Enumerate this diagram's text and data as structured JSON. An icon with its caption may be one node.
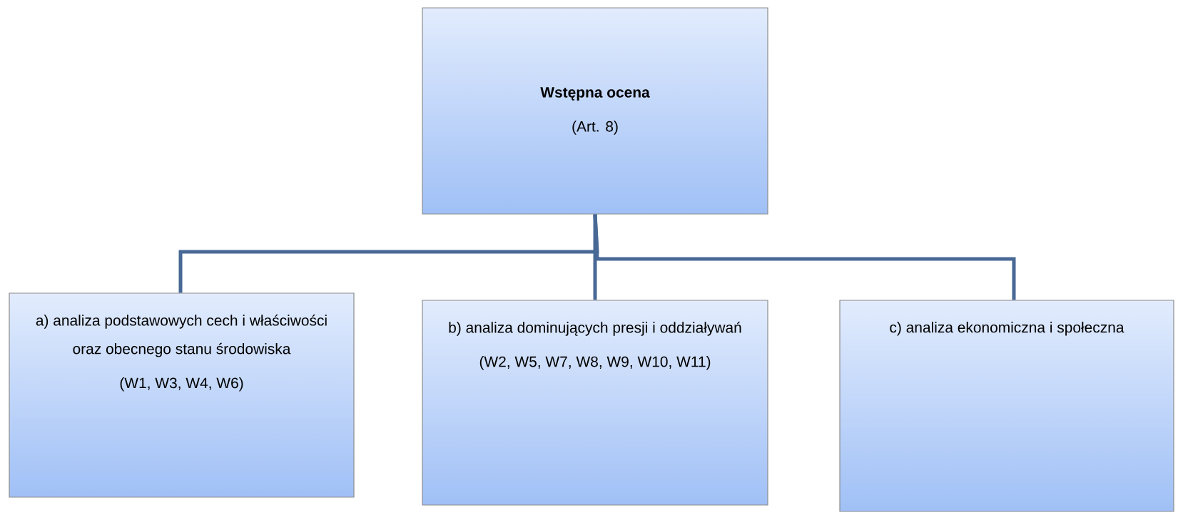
{
  "diagram": {
    "nodes": [
      {
        "text": [
          "Wstępna ocena",
          "(Art. 8)"
        ]
      },
      {
        "text": [
          "a) analiza podstawowych cech i właściwości oraz obecnego stanu środowiska",
          "(W1, W3, W4, W6)"
        ]
      },
      {
        "text": [
          "b) analiza dominujących presji i oddziaływań",
          "(W2, W5, W7, W8, W9, W10, W11)"
        ]
      },
      {
        "text": [
          "c) analiza ekonomiczna i społeczna"
        ]
      }
    ],
    "edges": [
      {
        "from": 0,
        "to": 1,
        "arrow": "none"
      },
      {
        "from": 0,
        "to": 2,
        "arrow": "none"
      },
      {
        "from": 0,
        "to": 3,
        "arrow": "none"
      }
    ]
  }
}
